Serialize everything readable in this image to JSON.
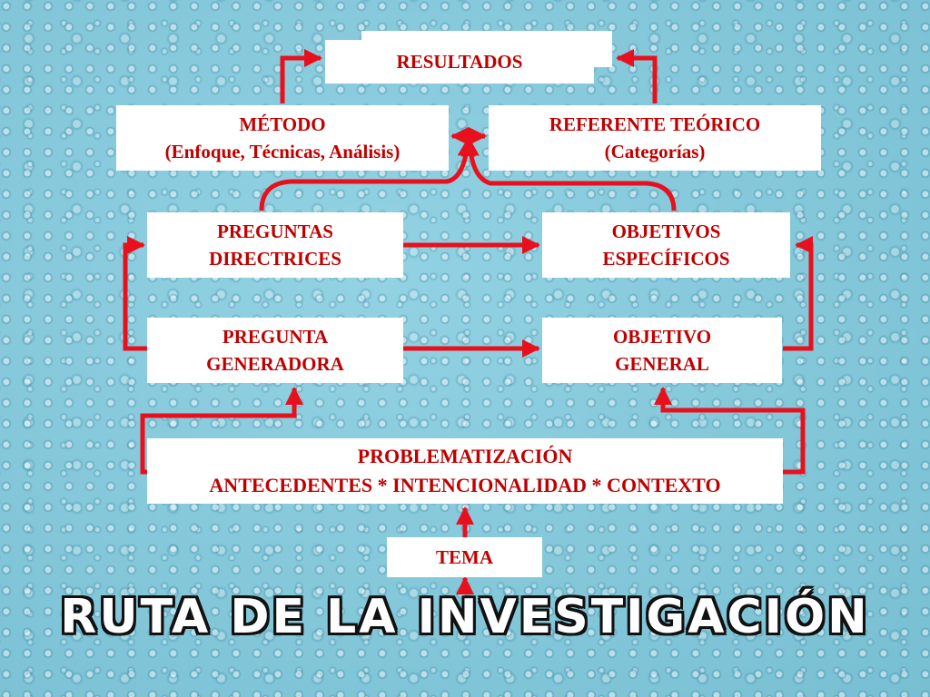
{
  "diagram": {
    "title": "RUTA DE LA INVESTIGACIÓN",
    "accent_color": "#c00000",
    "arrow_color": "#e8101c",
    "nodes": {
      "resultados": {
        "line1": "RESULTADOS"
      },
      "metodo": {
        "line1": "MÉTODO",
        "line2": "(Enfoque, Técnicas, Análisis)"
      },
      "referente": {
        "line1": "REFERENTE TEÓRICO",
        "line2": "(Categorías)"
      },
      "preguntas_directrices": {
        "line1": "PREGUNTAS",
        "line2": "DIRECTRICES"
      },
      "objetivos_especificos": {
        "line1": "OBJETIVOS",
        "line2": "ESPECÍFICOS"
      },
      "pregunta_generadora": {
        "line1": "PREGUNTA",
        "line2": "GENERADORA"
      },
      "objetivo_general": {
        "line1": "OBJETIVO",
        "line2": "GENERAL"
      },
      "problematizacion": {
        "line1": "PROBLEMATIZACIÓN",
        "line2": "ANTECEDENTES * INTENCIONALIDAD * CONTEXTO"
      },
      "tema": {
        "line1": "TEMA"
      }
    }
  }
}
